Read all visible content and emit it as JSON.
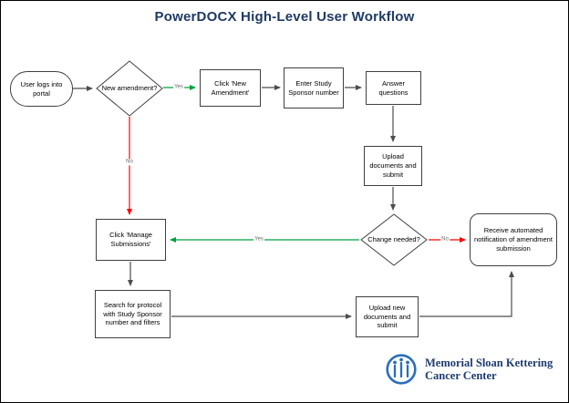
{
  "title": "PowerDOCX High-Level User Workflow",
  "nodes": {
    "user_login": {
      "label": "User logs into portal"
    },
    "new_amendment": {
      "label": "New amendment?"
    },
    "click_new_amendment": {
      "label": "Click 'New Amendment'"
    },
    "enter_study_sponsor": {
      "label": "Enter Study Sponsor number"
    },
    "answer_questions": {
      "label": "Answer questions"
    },
    "upload_documents": {
      "label": "Upload documents and submit"
    },
    "change_needed": {
      "label": "Change needed?"
    },
    "receive_notification": {
      "label": "Receive automated notification of amendment submission"
    },
    "manage_submissions": {
      "label": "Click 'Manage Submissions'"
    },
    "search_protocol": {
      "label": "Search for protocol with Study Sponsor number and filters"
    },
    "upload_new_documents": {
      "label": "Upload new documents and submit"
    }
  },
  "edge_labels": {
    "new_amendment_yes": "Yes",
    "new_amendment_no": "No",
    "change_needed_yes": "Yes",
    "change_needed_no": "No"
  },
  "logo": {
    "line1": "Memorial Sloan Kettering",
    "line2": "Cancer Center"
  },
  "colors": {
    "title_text": "#1f3a63",
    "arrow_default": "#4d4d4d",
    "arrow_yes": "#00a140",
    "arrow_no": "#ff0000",
    "node_border": "#404040",
    "node_fill": "#ffffff",
    "logo_icon": "#2a6ebb",
    "logo_text": "#1e3c6e"
  }
}
